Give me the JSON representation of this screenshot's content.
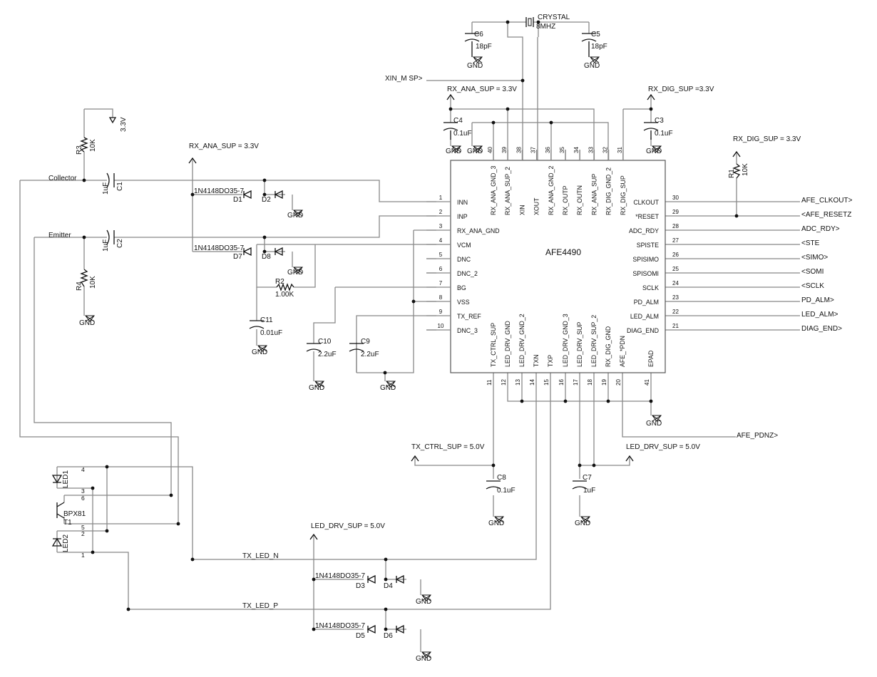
{
  "chip": {
    "name": "AFE4490",
    "left_pins": [
      {
        "num": "1",
        "name": "INN"
      },
      {
        "num": "2",
        "name": "INP"
      },
      {
        "num": "3",
        "name": "RX_ANA_GND"
      },
      {
        "num": "4",
        "name": "VCM"
      },
      {
        "num": "5",
        "name": "DNC"
      },
      {
        "num": "6",
        "name": "DNC_2"
      },
      {
        "num": "7",
        "name": "BG"
      },
      {
        "num": "8",
        "name": "VSS"
      },
      {
        "num": "9",
        "name": "TX_REF"
      },
      {
        "num": "10",
        "name": "DNC_3"
      }
    ],
    "right_pins": [
      {
        "num": "30",
        "name": "CLKOUT",
        "net": "AFE_CLKOUT>"
      },
      {
        "num": "29",
        "name": "*RESET",
        "net": "<AFE_RESETZ"
      },
      {
        "num": "28",
        "name": "ADC_RDY",
        "net": "ADC_RDY>"
      },
      {
        "num": "27",
        "name": "SPISTE",
        "net": "<STE"
      },
      {
        "num": "26",
        "name": "SPISIMO",
        "net": "<SIMO>"
      },
      {
        "num": "25",
        "name": "SPISOMI",
        "net": "<SOMI"
      },
      {
        "num": "24",
        "name": "SCLK",
        "net": "<SCLK"
      },
      {
        "num": "23",
        "name": "PD_ALM",
        "net": "PD_ALM>"
      },
      {
        "num": "22",
        "name": "LED_ALM",
        "net": "LED_ALM>"
      },
      {
        "num": "21",
        "name": "DIAG_END",
        "net": "DIAG_END>"
      }
    ],
    "top_pins": [
      {
        "num": "40",
        "name": "RX_ANA_GND_3"
      },
      {
        "num": "39",
        "name": "RX_ANA_SUP_2"
      },
      {
        "num": "38",
        "name": "XIN"
      },
      {
        "num": "37",
        "name": "XOUT"
      },
      {
        "num": "36",
        "name": "RX_ANA_GND_2"
      },
      {
        "num": "35",
        "name": "RX_OUTP"
      },
      {
        "num": "34",
        "name": "RX_OUTN"
      },
      {
        "num": "33",
        "name": "RX_ANA_SUP"
      },
      {
        "num": "32",
        "name": "RX_DIG_GND_2"
      },
      {
        "num": "31",
        "name": "RX_DIG_SUP"
      }
    ],
    "bottom_pins": [
      {
        "num": "11",
        "name": "TX_CTRL_SUP"
      },
      {
        "num": "12",
        "name": "LED_DRV_GND"
      },
      {
        "num": "13",
        "name": "LED_DRV_GND_2"
      },
      {
        "num": "14",
        "name": "TXN"
      },
      {
        "num": "15",
        "name": "TXP"
      },
      {
        "num": "16",
        "name": "LED_DRV_GND_3"
      },
      {
        "num": "17",
        "name": "LED_DRV_SUP"
      },
      {
        "num": "18",
        "name": "LED_DRV_SUP_2"
      },
      {
        "num": "19",
        "name": "RX_DIG_GND"
      },
      {
        "num": "20",
        "name": "AFE_*PDN"
      },
      {
        "num": "41",
        "name": "EPAD"
      }
    ]
  },
  "crystal": {
    "ref": "CRYSTAL",
    "value": "8MHZ"
  },
  "capacitors": {
    "C1": {
      "ref": "C1",
      "value": "1uF"
    },
    "C2": {
      "ref": "C2",
      "value": "1uF"
    },
    "C3": {
      "ref": "C3",
      "value": "0.1uF"
    },
    "C4": {
      "ref": "C4",
      "value": "0.1uF"
    },
    "C5": {
      "ref": "C5",
      "value": "18pF"
    },
    "C6": {
      "ref": "C6",
      "value": "18pF"
    },
    "C7": {
      "ref": "C7",
      "value": "1uF"
    },
    "C8": {
      "ref": "C8",
      "value": "0.1uF"
    },
    "C9": {
      "ref": "C9",
      "value": "2.2uF"
    },
    "C10": {
      "ref": "C10",
      "value": "2.2uF"
    },
    "C11": {
      "ref": "C11",
      "value": "0.01uF"
    }
  },
  "resistors": {
    "R1": {
      "ref": "R1",
      "value": "10K"
    },
    "R2": {
      "ref": "R2",
      "value": "1.00K"
    },
    "R3": {
      "ref": "R3",
      "value": "10K"
    },
    "R4": {
      "ref": "R4",
      "value": "10K"
    }
  },
  "diodes": {
    "part": "1N4148DO35-7",
    "D1": "D1",
    "D2": "D2",
    "D3": "D3",
    "D4": "D4",
    "D5": "D5",
    "D6": "D6",
    "D7": "D7",
    "D8": "D8"
  },
  "sensor": {
    "led1": "LED1",
    "led2": "LED2",
    "phototransistor": "BPX81",
    "ref": "T1",
    "pins": [
      "1",
      "2",
      "3",
      "4",
      "5",
      "6"
    ]
  },
  "nets": {
    "gnd": "GND",
    "v33": "3.3V",
    "collector": "Collector",
    "emitter": "Emitter",
    "xin_msp": "XIN_M SP>",
    "rx_ana_sup_top": "RX_ANA_SUP = 3.3V",
    "rx_ana_sup_left": "RX_ANA_SUP = 3.3V",
    "rx_dig_sup_c3": "RX_DIG_SUP =3.3V",
    "rx_dig_sup_r1": "RX_DIG_SUP = 3.3V",
    "tx_ctrl_sup": "TX_CTRL_SUP = 5.0V",
    "led_drv_sup_right": "LED_DRV_SUP = 5.0V",
    "led_drv_sup_bottom": "LED_DRV_SUP = 5.0V",
    "afe_pdnz": "AFE_PDNZ>",
    "tx_led_n": "TX_LED_N",
    "tx_led_p": "TX_LED_P"
  }
}
